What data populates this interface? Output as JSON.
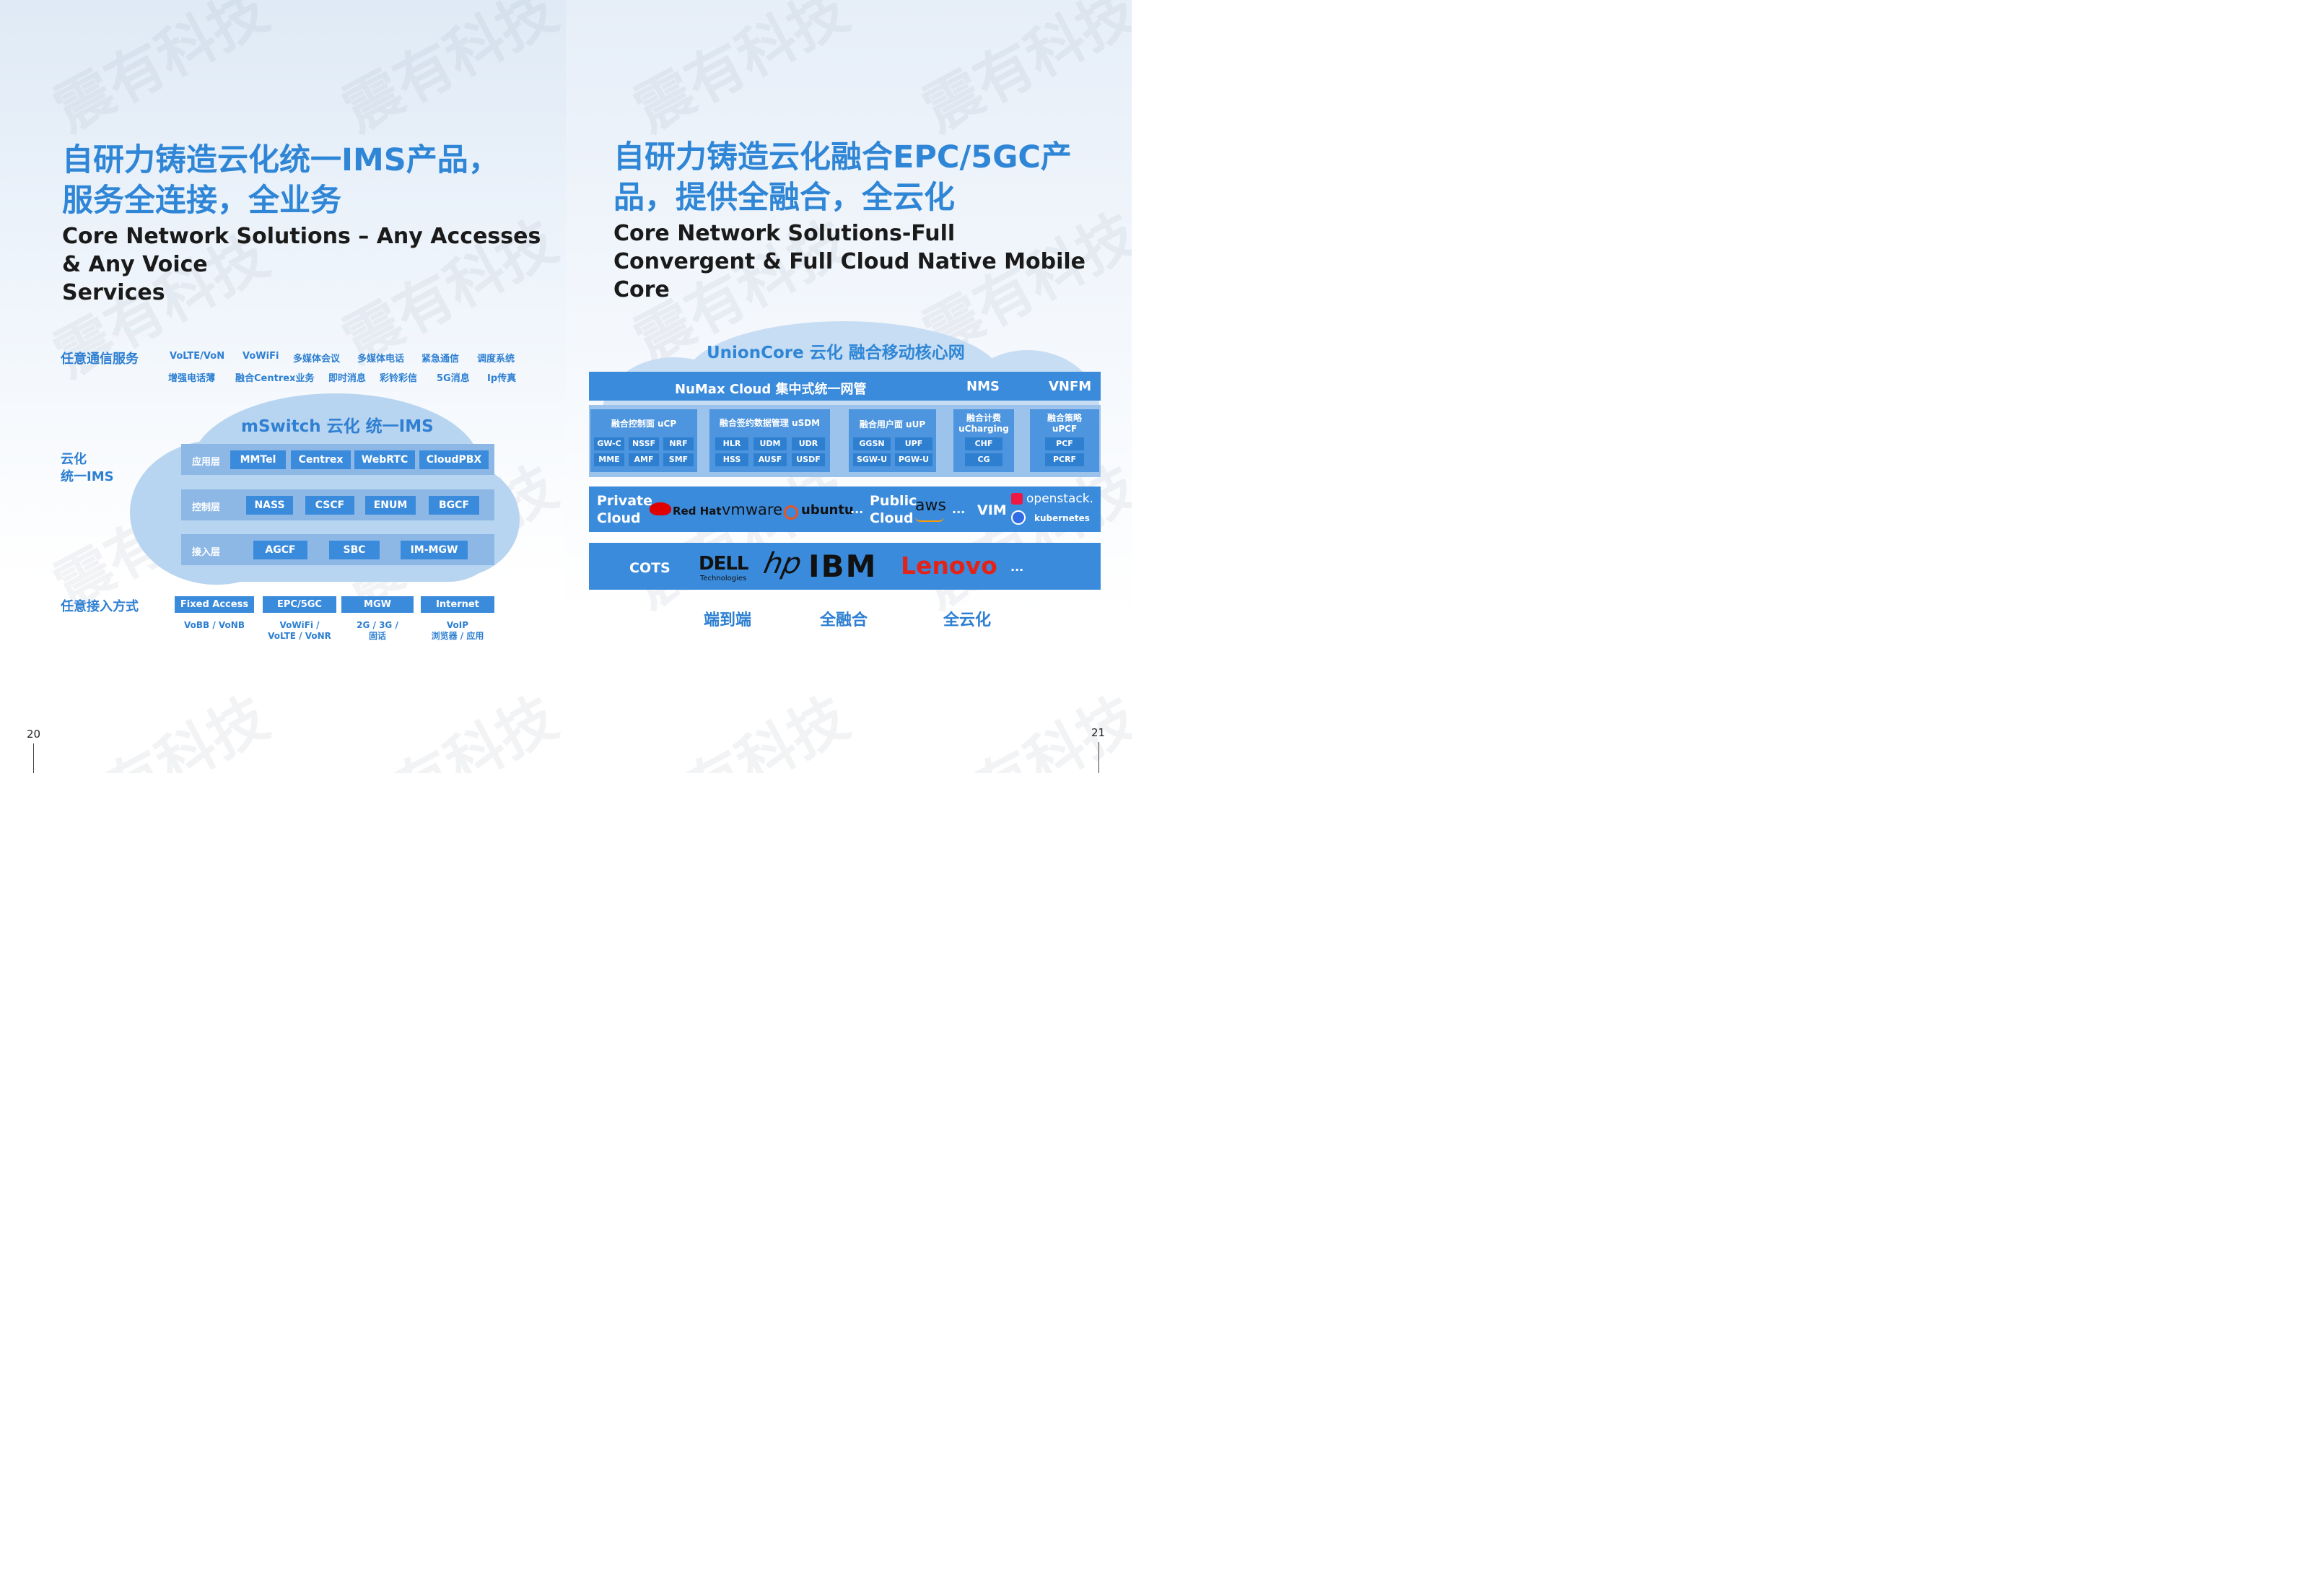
{
  "watermark": "震有科技",
  "left": {
    "title_cn_1": "自研力铸造云化统一IMS产品，",
    "title_cn_2": "服务全连接，全业务",
    "title_en_1": "Core Network Solutions – Any Accesses",
    "title_en_2": "& Any Voice",
    "title_en_3": "Services",
    "services_label": "任意通信服务",
    "services_row1": [
      "VoLTE/VoN",
      "VoWiFi",
      "多媒体会议",
      "多媒体电话",
      "紧急通信",
      "调度系统"
    ],
    "services_row2": [
      "增强电话薄",
      "融合Centrex业务",
      "即时消息",
      "彩铃彩信",
      "5G消息",
      "Ip传真"
    ],
    "cloud_title": "mSwitch 云化 统一IMS",
    "ims_label_1": "云化",
    "ims_label_2": "统一IMS",
    "layers": [
      {
        "name": "应用层",
        "items": [
          "MMTel",
          "Centrex",
          "WebRTC",
          "CloudPBX"
        ]
      },
      {
        "name": "控制层",
        "items": [
          "NASS",
          "CSCF",
          "ENUM",
          "BGCF"
        ]
      },
      {
        "name": "接入层",
        "items": [
          "AGCF",
          "SBC",
          "IM-MGW"
        ]
      }
    ],
    "access_label": "任意接入方式",
    "access": [
      {
        "name": "Fixed Access",
        "sub1": "VoBB / VoNB",
        "sub2": ""
      },
      {
        "name": "EPC/5GC",
        "sub1": "VoWiFi /",
        "sub2": "VoLTE / VoNR"
      },
      {
        "name": "MGW",
        "sub1": "2G / 3G /",
        "sub2": "固话"
      },
      {
        "name": "Internet",
        "sub1": "VoIP",
        "sub2": "浏览器 / 应用"
      }
    ],
    "page_number": "20"
  },
  "right": {
    "title_cn_1": "自研力铸造云化融合EPC/5GC产",
    "title_cn_2": "品，提供全融合，全云化",
    "title_en_1": "Core Network Solutions-Full",
    "title_en_2": "Convergent & Full Cloud Native Mobile",
    "title_en_3": "Core",
    "cloud_title": "UnionCore 云化 融合移动核心网",
    "top_bar": {
      "main": "NuMax Cloud 集中式统一网管",
      "nms": "NMS",
      "vnfm": "VNFM"
    },
    "groups": [
      {
        "title": "融合控制面 uCP",
        "cells": [
          "GW-C",
          "NSSF",
          "NRF",
          "MME",
          "AMF",
          "SMF"
        ]
      },
      {
        "title": "融合签约数据管理 uSDM",
        "cells": [
          "HLR",
          "UDM",
          "UDR",
          "HSS",
          "AUSF",
          "USDF"
        ]
      },
      {
        "title": "融合用户面 uUP",
        "cells": [
          "GGSN",
          "UPF",
          "SGW-U",
          "PGW-U"
        ]
      },
      {
        "title": "融合计费",
        "title2": "uCharging",
        "cells": [
          "CHF",
          "CG"
        ]
      },
      {
        "title": "融合策略",
        "title2": "uPCF",
        "cells": [
          "PCF",
          "PCRF"
        ]
      }
    ],
    "cloud_bar": {
      "private_1": "Private",
      "private_2": "Cloud",
      "redhat": "Red Hat",
      "vmware": "vmware",
      "ubuntu": "ubuntu",
      "ellipsis1": "...",
      "public_1": "Public",
      "public_2": "Cloud",
      "aws": "aws",
      "ellipsis2": "...",
      "vim": "VIM",
      "openstack": "openstack.",
      "kubernetes": "kubernetes"
    },
    "cots_bar": {
      "label": "COTS",
      "dell": "DELL",
      "dell_sub": "Technologies",
      "hp": "hp",
      "ibm": "IBM",
      "lenovo": "Lenovo",
      "ellipsis": "..."
    },
    "bottom": [
      "端到端",
      "全融合",
      "全云化"
    ],
    "page_number": "21"
  },
  "colors": {
    "accent": "#2f86d6",
    "box": "#3b8bdc",
    "layer": "#8db8e6",
    "cloud": "#b7d4f0",
    "lenovo": "#e2231a",
    "redhat": "#e00000"
  }
}
